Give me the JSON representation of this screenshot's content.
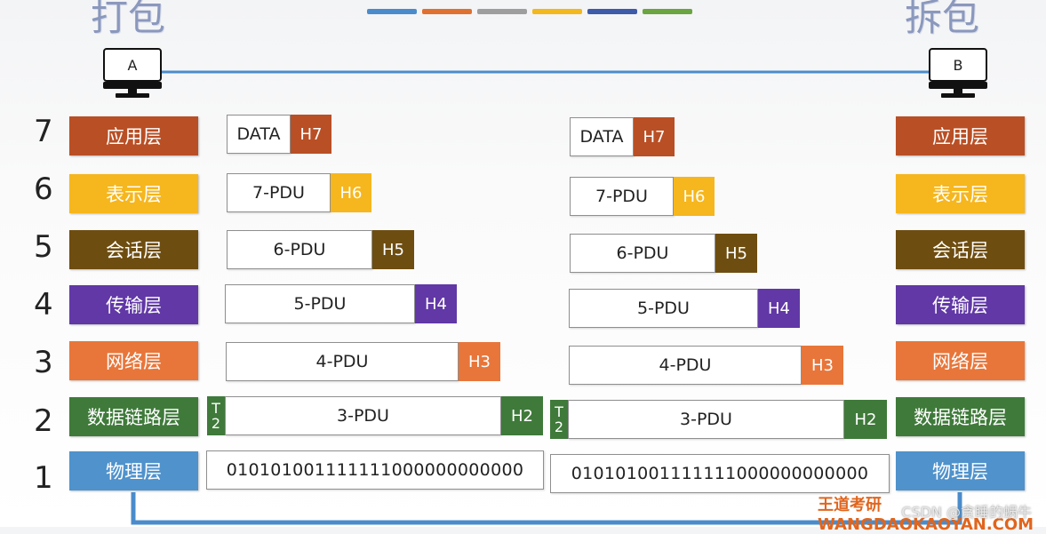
{
  "titles": {
    "left": "打包",
    "right": "拆包"
  },
  "strip_colors": [
    "#4a8ccb",
    "#e0702f",
    "#9e9e9e",
    "#f2b81c",
    "#3d5ba8",
    "#6aa540"
  ],
  "hosts": {
    "a": "A",
    "b": "B"
  },
  "layers": [
    {
      "num": "7",
      "name": "应用层",
      "color": "#b94f25"
    },
    {
      "num": "6",
      "name": "表示层",
      "color": "#f6b61d"
    },
    {
      "num": "5",
      "name": "会话层",
      "color": "#6e4d10"
    },
    {
      "num": "4",
      "name": "传输层",
      "color": "#6138a6"
    },
    {
      "num": "3",
      "name": "网络层",
      "color": "#e8763a"
    },
    {
      "num": "2",
      "name": "数据链路层",
      "color": "#3f7a3a"
    },
    {
      "num": "1",
      "name": "物理层",
      "color": "#4f92cc"
    }
  ],
  "left_stack": {
    "l7": {
      "data": "DATA",
      "header": "H7"
    },
    "l6": {
      "data": "7-PDU",
      "header": "H6"
    },
    "l5": {
      "data": "6-PDU",
      "header": "H5"
    },
    "l4": {
      "data": "5-PDU",
      "header": "H4"
    },
    "l3": {
      "data": "4-PDU",
      "header": "H3"
    },
    "l2": {
      "data": "3-PDU",
      "header": "H2",
      "trailer_top": "T",
      "trailer_bottom": "2"
    },
    "l1": {
      "bits": "010101001111111000000000000"
    }
  },
  "right_stack": {
    "l7": {
      "data": "DATA",
      "header": "H7"
    },
    "l6": {
      "data": "7-PDU",
      "header": "H6"
    },
    "l5": {
      "data": "6-PDU",
      "header": "H5"
    },
    "l4": {
      "data": "5-PDU",
      "header": "H4"
    },
    "l3": {
      "data": "4-PDU",
      "header": "H3"
    },
    "l2": {
      "data": "3-PDU",
      "header": "H2",
      "trailer_top": "T",
      "trailer_bottom": "2"
    },
    "l1": {
      "bits": "010101001111111000000000000"
    }
  },
  "watermark": "CSDN @贪睡的蜗牛",
  "footer": "王道考研 WANGDAOKAOYAN.COM"
}
